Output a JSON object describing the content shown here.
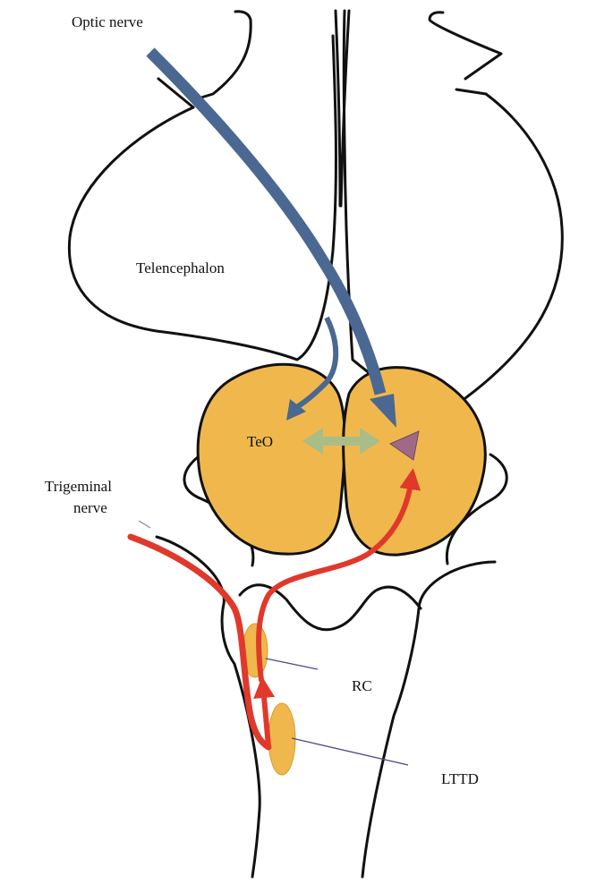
{
  "labels": {
    "optic_nerve": "Optic nerve",
    "telencephalon": "Telencephalon",
    "teo": "TeO",
    "trigeminal_line1": "Trigeminal",
    "trigeminal_line2": "nerve",
    "rc": "RC",
    "lttd": "LTTD"
  },
  "colors": {
    "outline": "#111111",
    "tectum_fill": "#f0b84c",
    "nucleus_fill": "#f0b84c",
    "visual_pathway": "#4a6891",
    "trigeminal_pathway": "#e0392b",
    "intertectal_arrow": "#a9bd89",
    "target_neuron": "#a06a87",
    "leader_line": "#4a4a8a"
  }
}
